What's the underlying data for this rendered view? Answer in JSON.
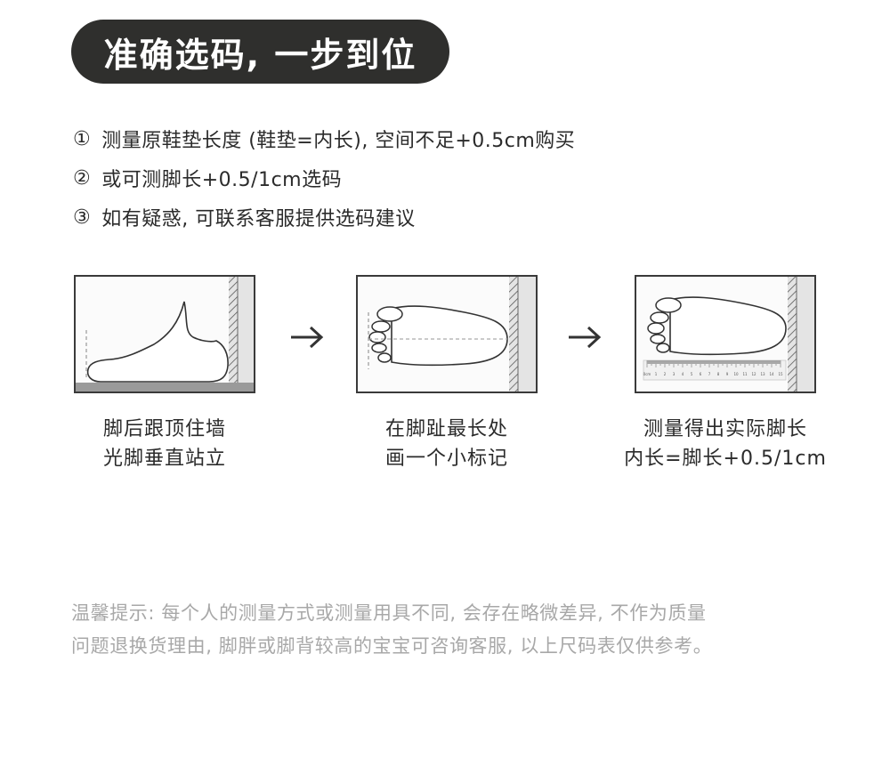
{
  "title": "准确选码, 一步到位",
  "steps": [
    {
      "num": "①",
      "text": "测量原鞋垫长度 (鞋垫=内长), 空间不足+0.5cm购买"
    },
    {
      "num": "②",
      "text": "或可测脚长+0.5/1cm选码"
    },
    {
      "num": "③",
      "text": "如有疑惑, 可联系客服提供选码建议"
    }
  ],
  "illustrations": [
    {
      "icon": "foot-side-view-icon",
      "caption_line1": "脚后跟顶住墙",
      "caption_line2": "光脚垂直站立"
    },
    {
      "icon": "foot-top-view-mark-icon",
      "caption_line1": "在脚趾最长处",
      "caption_line2": "画一个小标记"
    },
    {
      "icon": "foot-ruler-measure-icon",
      "caption_line1": "测量得出实际脚长",
      "caption_line2": "内长=脚长+0.5/1cm"
    }
  ],
  "ruler_labels": [
    "0cm",
    "1",
    "2",
    "3",
    "4",
    "5",
    "6",
    "7",
    "8",
    "9",
    "10",
    "11",
    "12",
    "13",
    "14",
    "15"
  ],
  "tip_line1": "温馨提示: 每个人的测量方式或测量用具不同, 会存在略微差异, 不作为质量",
  "tip_line2": "问题退换货理由, 脚胖或脚背较高的宝宝可咨询客服, 以上尺码表仅供参考。",
  "colors": {
    "pill_bg": "#2f2f2d",
    "text": "#2b2b2b",
    "tip_text": "#a8a8a8",
    "outline": "#3a3a3a"
  }
}
